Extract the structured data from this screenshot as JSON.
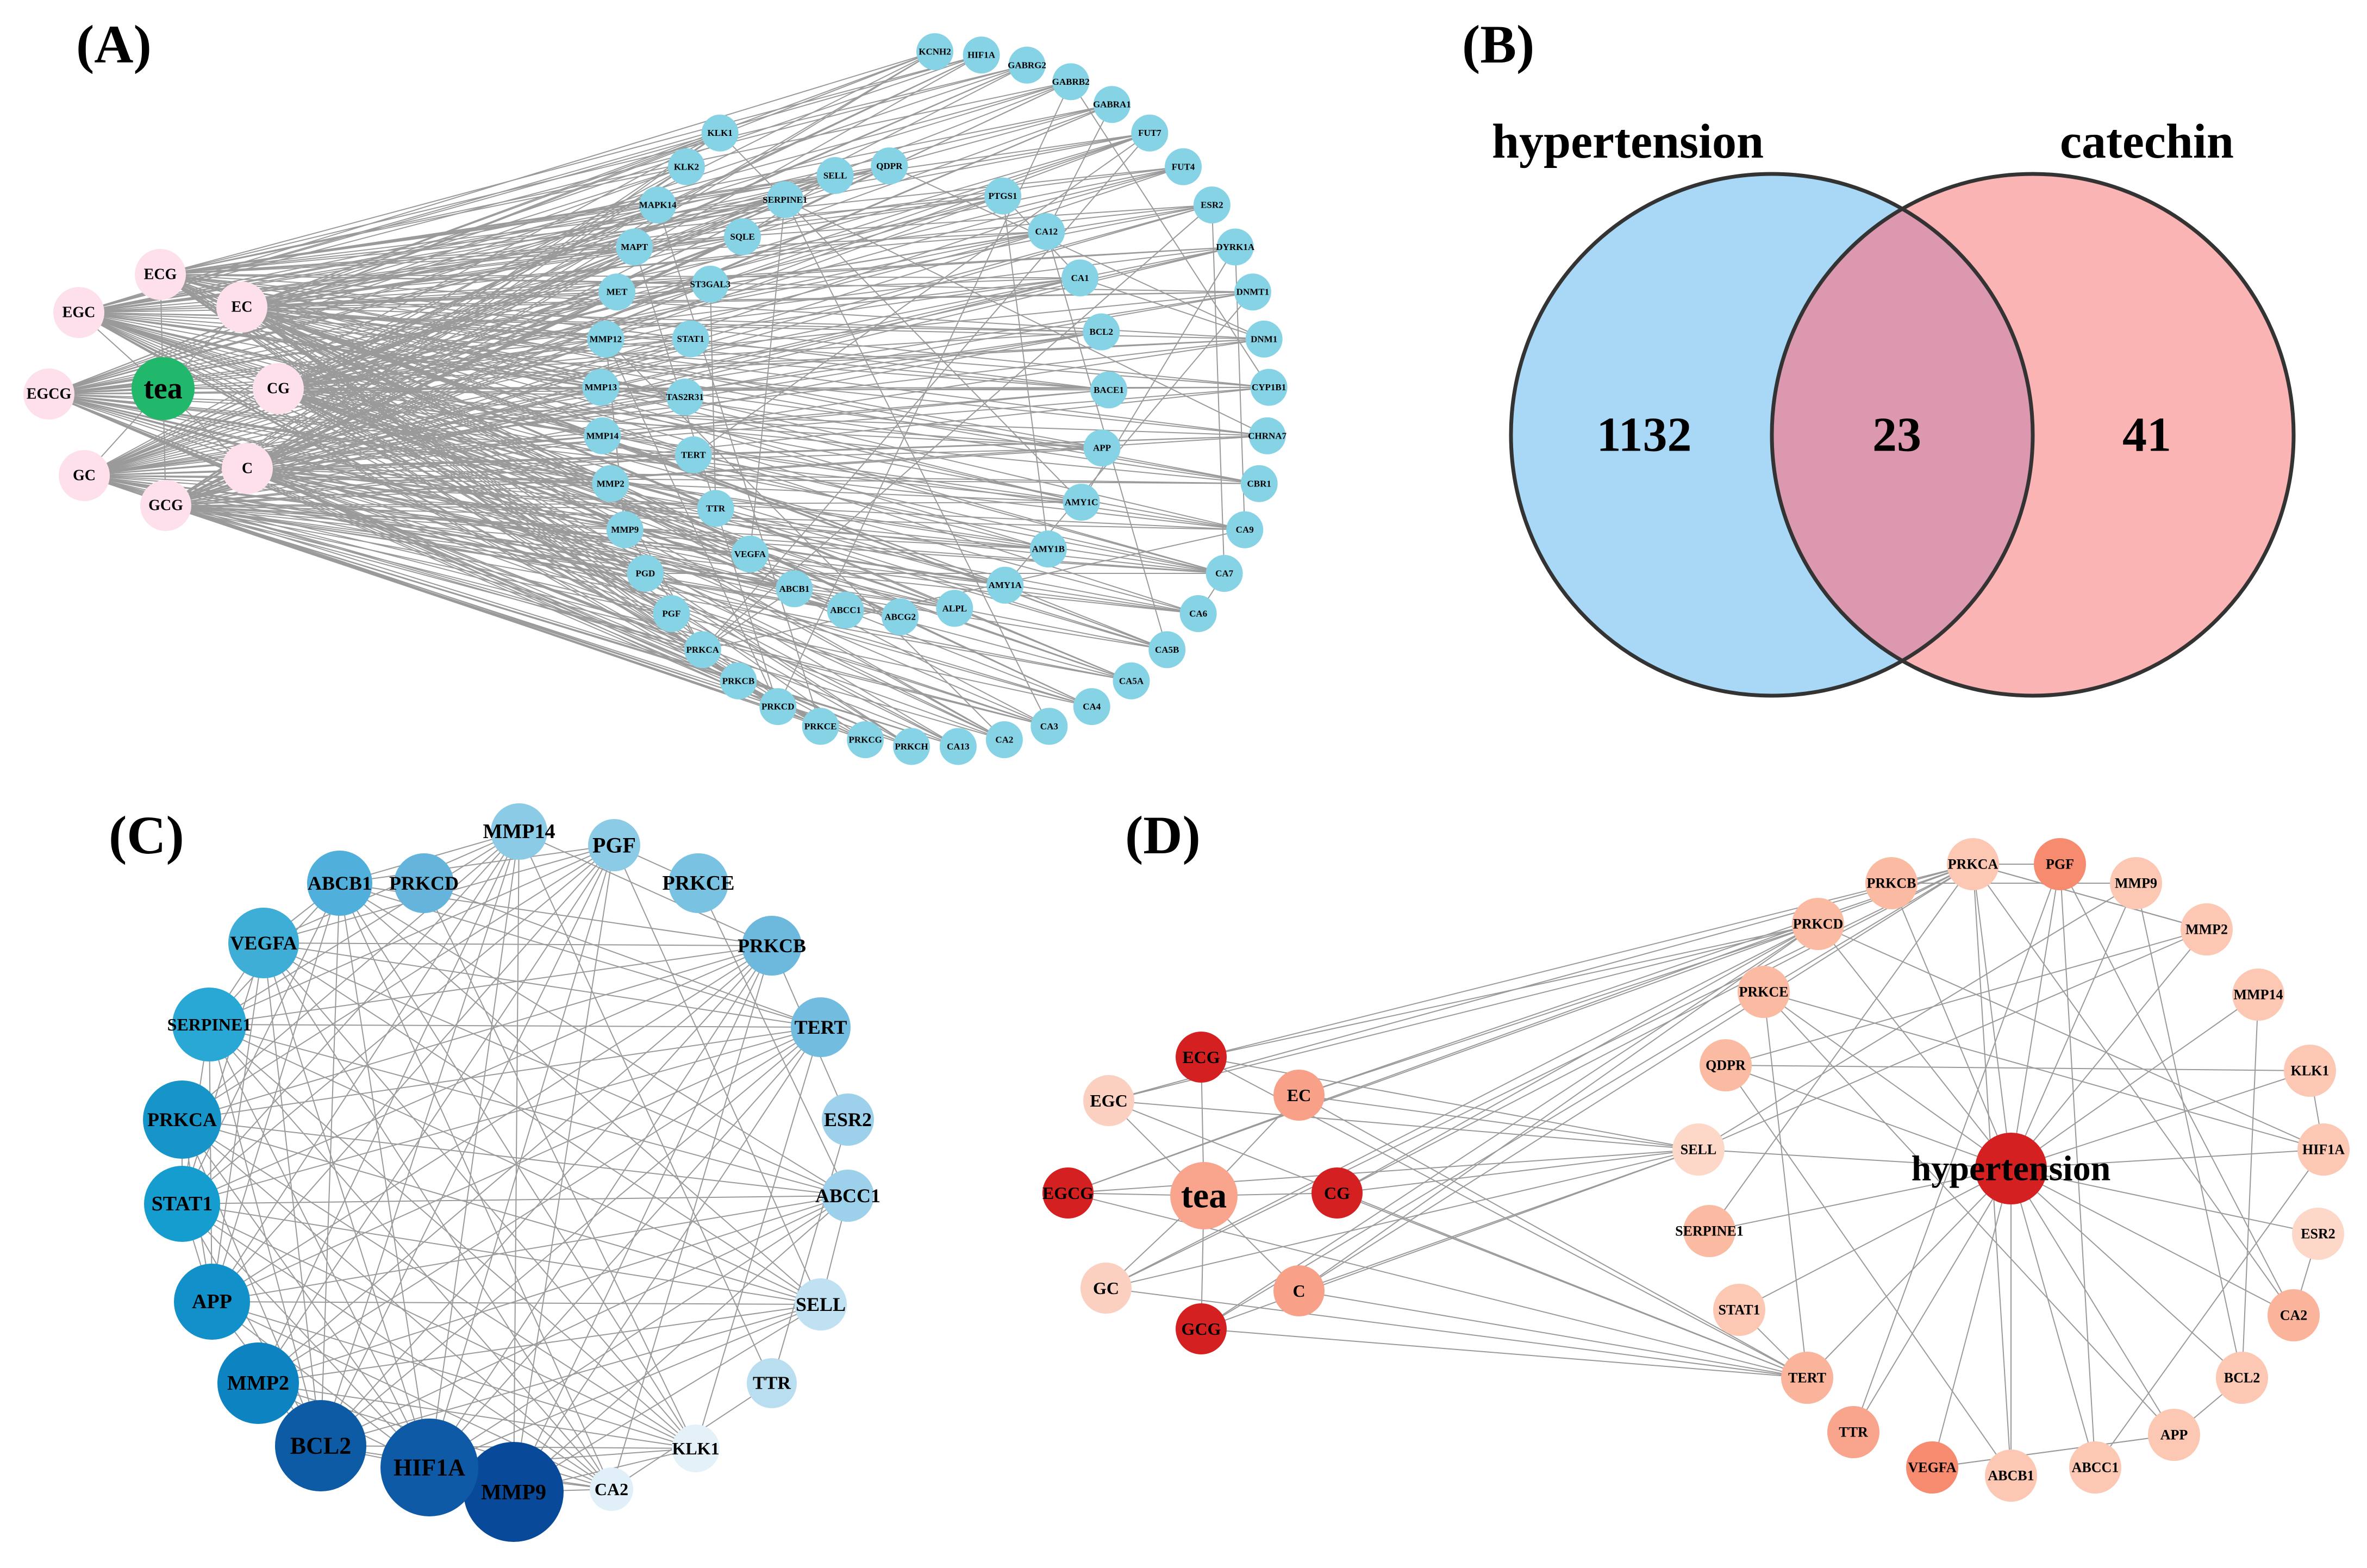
{
  "panels": {
    "A": "(A)",
    "B": "(B)",
    "C": "(C)",
    "D": "(D)"
  },
  "colors": {
    "a_target": "#87d3e6",
    "a_compound": "#fde0ec",
    "a_tea": "#22b86b",
    "venn_left": "#a8d8f5",
    "venn_right": "#fbb4b4",
    "venn_overlap": "#db98ae",
    "venn_stroke": "#333333",
    "edge": "#9a9a9a"
  },
  "venn": {
    "left_label": "hypertension",
    "right_label": "catechin",
    "left_only": "1132",
    "overlap": "23",
    "right_only": "41"
  },
  "panel_a": {
    "tea": "tea",
    "compounds": [
      "ECG",
      "EGC",
      "EC",
      "EGCG",
      "CG",
      "GC",
      "C",
      "GCG"
    ],
    "outer_ring": [
      "KCNH2",
      "HIF1A",
      "GABRG2",
      "GABRB2",
      "GABRA1",
      "FUT7",
      "FUT4",
      "ESR2",
      "DYRK1A",
      "DNMT1",
      "DNM1",
      "CYP1B1",
      "CHRNA7",
      "CBR1",
      "CA9",
      "CA7",
      "CA6",
      "CA5B",
      "CA5A",
      "CA4",
      "CA3",
      "CA2",
      "CA13",
      "PRKCH",
      "PRKCG",
      "PRKCE",
      "PRKCD",
      "PRKCB",
      "PRKCA",
      "PGF",
      "PGD",
      "MMP9",
      "MMP2",
      "MMP14",
      "MMP13",
      "MMP12",
      "MET",
      "MAPT",
      "MAPK14",
      "KLK2",
      "KLK1"
    ],
    "inner_ring": [
      "PTGS1",
      "CA12",
      "CA1",
      "BCL2",
      "BACE1",
      "APP",
      "AMY1C",
      "AMY1B",
      "AMY1A",
      "ALPL",
      "ABCG2",
      "ABCC1",
      "ABCB1",
      "VEGFA",
      "TTR",
      "TERT",
      "TAS2R31",
      "STAT1",
      "ST3GAL3",
      "SQLE",
      "SERPINE1",
      "SELL",
      "QDPR"
    ]
  },
  "panel_c": {
    "nodes": [
      {
        "label": "PRKCD",
        "color": "#64b4dc"
      },
      {
        "label": "MMP14",
        "color": "#8ccbe6"
      },
      {
        "label": "PGF",
        "color": "#8ccbe6"
      },
      {
        "label": "PRKCE",
        "color": "#7ac2e1"
      },
      {
        "label": "PRKCB",
        "color": "#6db9dd"
      },
      {
        "label": "TERT",
        "color": "#72bce0"
      },
      {
        "label": "ESR2",
        "color": "#9dd0ea"
      },
      {
        "label": "ABCC1",
        "color": "#9dd0ea"
      },
      {
        "label": "SELL",
        "color": "#bfe1f1"
      },
      {
        "label": "TTR",
        "color": "#b9def0"
      },
      {
        "label": "KLK1",
        "color": "#e4f1f9"
      },
      {
        "label": "CA2",
        "color": "#e1eff8"
      },
      {
        "label": "MMP9",
        "color": "#084a99"
      },
      {
        "label": "HIF1A",
        "color": "#0e5aa7"
      },
      {
        "label": "BCL2",
        "color": "#0d5aa5"
      },
      {
        "label": "MMP2",
        "color": "#0d84c1"
      },
      {
        "label": "APP",
        "color": "#1190c9"
      },
      {
        "label": "STAT1",
        "color": "#169dcf"
      },
      {
        "label": "PRKCA",
        "color": "#1795c9"
      },
      {
        "label": "SERPINE1",
        "color": "#29a8d6"
      },
      {
        "label": "VEGFA",
        "color": "#3eaed7"
      },
      {
        "label": "ABCB1",
        "color": "#50b0db"
      }
    ]
  },
  "panel_d": {
    "center": "hypertension",
    "tea": "tea",
    "compounds": [
      {
        "label": "ECG",
        "color": "#d42020"
      },
      {
        "label": "EGC",
        "color": "#fcd0c0"
      },
      {
        "label": "EC",
        "color": "#f8a088"
      },
      {
        "label": "EGCG",
        "color": "#d42020"
      },
      {
        "label": "CG",
        "color": "#d42020"
      },
      {
        "label": "GC",
        "color": "#fcd0c0"
      },
      {
        "label": "C",
        "color": "#f8a088"
      },
      {
        "label": "GCG",
        "color": "#d42020"
      }
    ],
    "targets": [
      {
        "label": "PRKCA",
        "color": "#fcc8b4"
      },
      {
        "label": "PGF",
        "color": "#f78b70"
      },
      {
        "label": "MMP9",
        "color": "#fcc8b4"
      },
      {
        "label": "MMP2",
        "color": "#fcc8b4"
      },
      {
        "label": "MMP14",
        "color": "#fcc8b4"
      },
      {
        "label": "KLK1",
        "color": "#fcc8b4"
      },
      {
        "label": "HIF1A",
        "color": "#fcc8b4"
      },
      {
        "label": "ESR2",
        "color": "#fdd7c8"
      },
      {
        "label": "CA2",
        "color": "#fbb49c"
      },
      {
        "label": "BCL2",
        "color": "#fcc8b4"
      },
      {
        "label": "APP",
        "color": "#fcc8b4"
      },
      {
        "label": "ABCC1",
        "color": "#fcc8b4"
      },
      {
        "label": "ABCB1",
        "color": "#fcc8b4"
      },
      {
        "label": "VEGFA",
        "color": "#f78b70"
      },
      {
        "label": "TTR",
        "color": "#f9a48c"
      },
      {
        "label": "TERT",
        "color": "#fbb49c"
      },
      {
        "label": "STAT1",
        "color": "#fcc8b4"
      },
      {
        "label": "SERPINE1",
        "color": "#fbbaa2"
      },
      {
        "label": "SELL",
        "color": "#fdd7c8"
      },
      {
        "label": "QDPR",
        "color": "#fbbaa2"
      },
      {
        "label": "PRKCE",
        "color": "#fbbaa2"
      },
      {
        "label": "PRKCD",
        "color": "#fbbaa2"
      },
      {
        "label": "PRKCB",
        "color": "#fbbaa2"
      }
    ]
  }
}
